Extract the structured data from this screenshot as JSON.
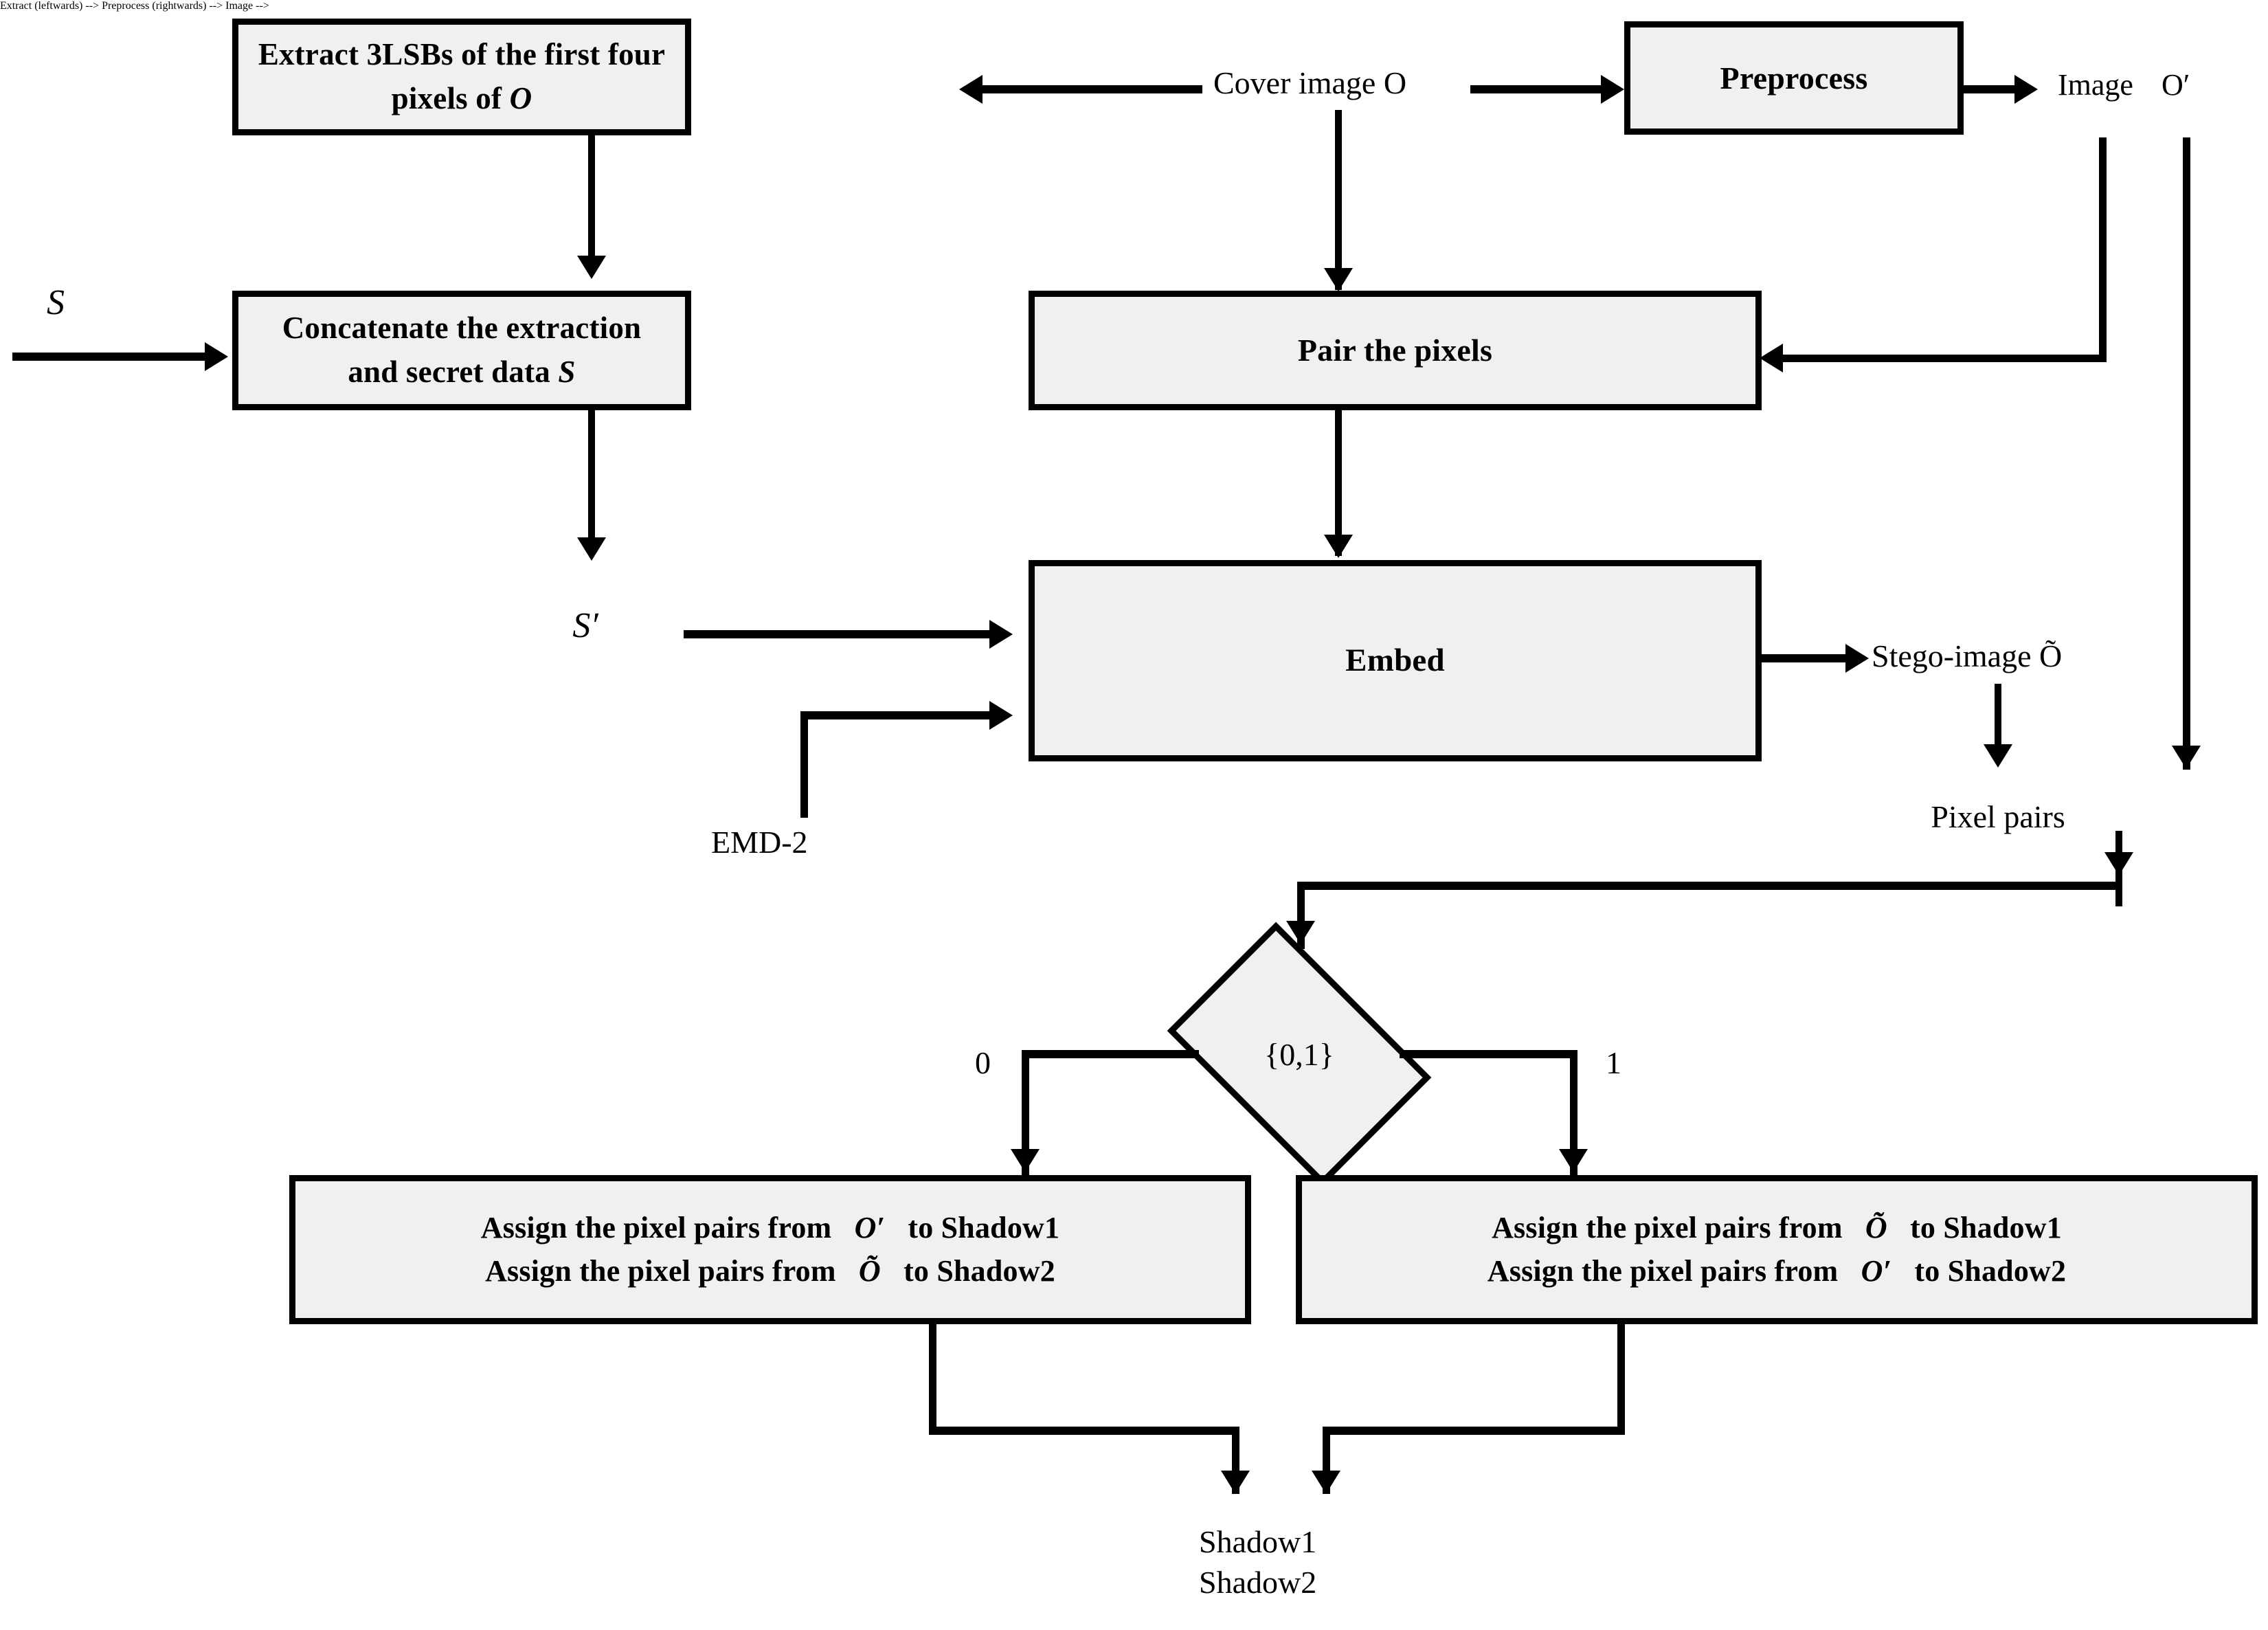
{
  "diagram": {
    "title": "Steganographic shadow generation flowchart",
    "colors": {
      "box_fill": "#f0f0f0",
      "stroke": "#000000",
      "background": "#ffffff"
    },
    "nodes": {
      "extract": {
        "line1": "Extract  3LSBs of  the first four",
        "line2_prefix": "pixels of ",
        "line2_symbol": "O"
      },
      "preprocess": {
        "label": "Preprocess"
      },
      "concatenate": {
        "line1": "Concatenate  the  extraction",
        "line2_prefix": "and  secret data  ",
        "line2_symbol": "S"
      },
      "pair": {
        "label": "Pair the pixels"
      },
      "embed": {
        "label": "Embed"
      },
      "decision": {
        "label": "{0,1}"
      },
      "assign_left": {
        "row1_prefix": "Assign the pixel pairs from",
        "row1_symbol": "O′",
        "row1_suffix": "to Shadow1",
        "row2_prefix": "Assign the pixel pairs from",
        "row2_symbol": "Õ",
        "row2_suffix": "to Shadow2"
      },
      "assign_right": {
        "row1_prefix": "Assign the pixel pairs from",
        "row1_symbol": "Õ",
        "row1_suffix": "to Shadow1",
        "row2_prefix": "Assign the pixel pairs from",
        "row2_symbol": "O′",
        "row2_suffix": "to Shadow2"
      }
    },
    "labels": {
      "secret_data": "S",
      "cover_image_text": "Cover image ",
      "cover_image_symbol": "O",
      "image_text": "Image",
      "image_symbol": "O′",
      "s_prime": "S′",
      "emd2": "EMD-2",
      "stego_text": "Stego-image ",
      "stego_symbol": "Õ",
      "pixel_pairs": "Pixel pairs",
      "branch_zero": "0",
      "branch_one": "1",
      "shadow1": "Shadow1",
      "shadow2": "Shadow2"
    }
  }
}
